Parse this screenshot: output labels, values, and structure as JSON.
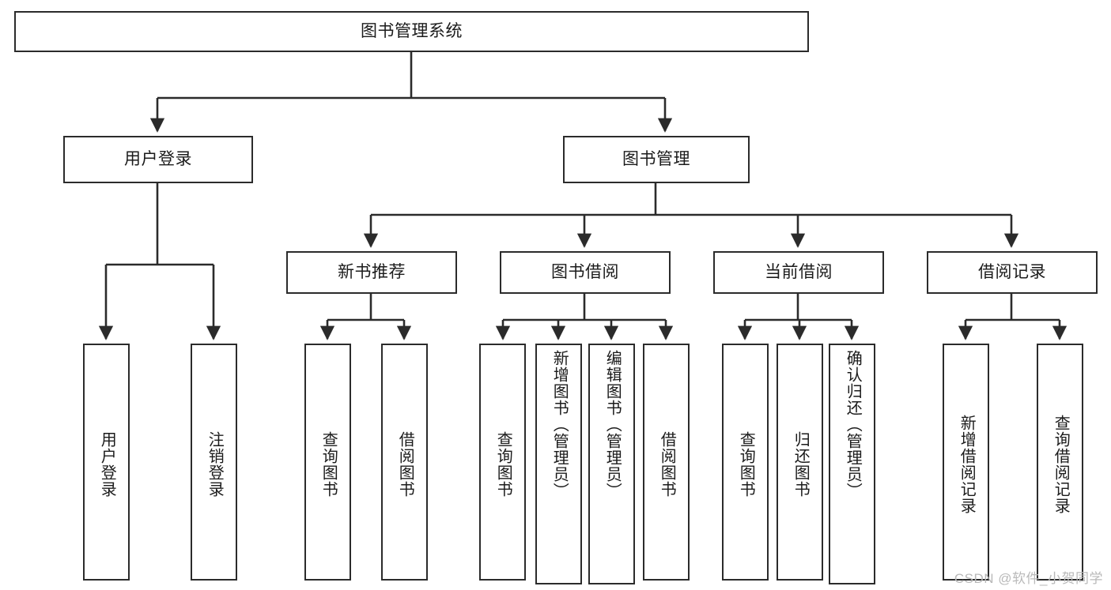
{
  "diagram": {
    "title": "图书管理系统",
    "type": "tree-hierarchy",
    "watermark": "CSDN @软件_小贺同学",
    "root": {
      "label": "图书管理系统"
    },
    "level1": [
      {
        "label": "用户登录"
      },
      {
        "label": "图书管理"
      }
    ],
    "level2": [
      {
        "label": "新书推荐"
      },
      {
        "label": "图书借阅"
      },
      {
        "label": "当前借阅"
      },
      {
        "label": "借阅记录"
      }
    ],
    "leaves": {
      "user_login": [
        {
          "label": "用户登录"
        },
        {
          "label": "注销登录"
        }
      ],
      "new_book_recommend": [
        {
          "label": "查询图书"
        },
        {
          "label": "借阅图书"
        }
      ],
      "book_borrow": [
        {
          "label": "查询图书"
        },
        {
          "label": "新增图书（管理员）"
        },
        {
          "label": "编辑图书（管理员）"
        },
        {
          "label": "借阅图书"
        }
      ],
      "current_borrow": [
        {
          "label": "查询图书"
        },
        {
          "label": "归还图书"
        },
        {
          "label": "确认归还（管理员）"
        }
      ],
      "borrow_record": [
        {
          "label": "新增借阅记录"
        },
        {
          "label": "查询借阅记录"
        }
      ]
    },
    "colors": {
      "border": "#2b2b2b",
      "background": "#ffffff",
      "text": "#1b1b1b",
      "connector": "#2b2b2b",
      "watermark": "#b9b9b9"
    }
  }
}
